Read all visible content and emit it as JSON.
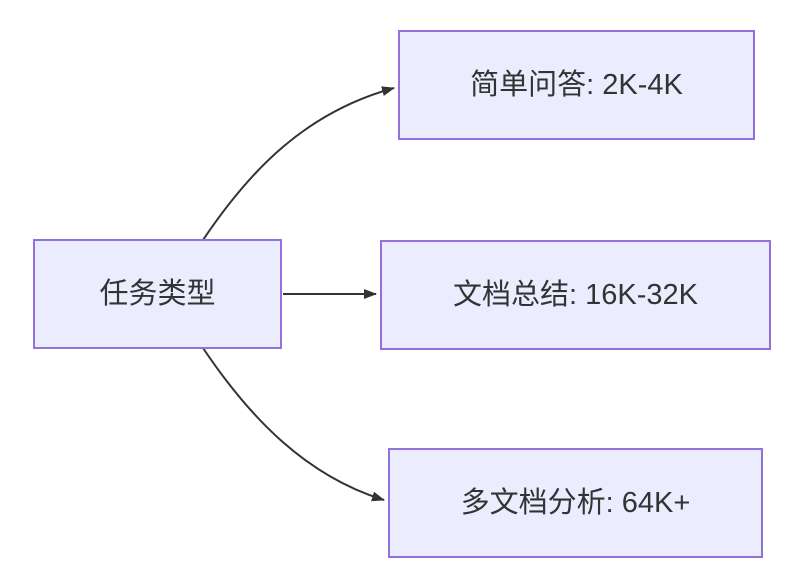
{
  "diagram": {
    "type": "flowchart",
    "direction": "left-to-right",
    "root": {
      "id": "task-type",
      "label": "任务类型"
    },
    "children": [
      {
        "id": "simple-qa",
        "label": "简单问答: 2K-4K"
      },
      {
        "id": "doc-summary",
        "label": "文档总结: 16K-32K"
      },
      {
        "id": "multidoc-analysis",
        "label": "多文档分析: 64K+"
      }
    ],
    "edges": [
      {
        "from": "任务类型",
        "to": "简单问答: 2K-4K",
        "arrow": "filled-triangle"
      },
      {
        "from": "任务类型",
        "to": "文档总结: 16K-32K",
        "arrow": "filled-triangle"
      },
      {
        "from": "任务类型",
        "to": "多文档分析: 64K+",
        "arrow": "filled-triangle"
      }
    ],
    "colors": {
      "node_fill": "#ECECFF",
      "node_border": "#9370DB",
      "edge": "#333333",
      "text": "#333333",
      "background": "#FFFFFF"
    }
  }
}
